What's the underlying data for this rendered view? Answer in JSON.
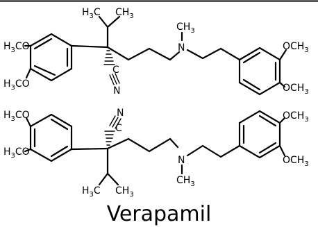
{
  "title": "Verapamil",
  "structure_1": {
    "top_methyl_left": {
      "main": "H",
      "sub": "3",
      "tail": "C"
    },
    "top_methyl_right": {
      "main": "CH",
      "sub": "3",
      "tail": ""
    },
    "n_methyl": {
      "main": "CH",
      "sub": "3",
      "tail": ""
    },
    "left_upper_methoxy": {
      "main": "H",
      "sub": "3",
      "tail": "CO"
    },
    "left_lower_methoxy": {
      "main": "H",
      "sub": "3",
      "tail": "CO"
    },
    "right_upper_methoxy": {
      "main": "OCH",
      "sub": "3",
      "tail": ""
    },
    "right_lower_methoxy": {
      "main": "OCH",
      "sub": "3",
      "tail": ""
    },
    "nitrogen": "N",
    "nitrile_c": "C",
    "nitrile_n": "N"
  },
  "structure_2": {
    "left_upper_methoxy": {
      "main": "H",
      "sub": "3",
      "tail": "CO"
    },
    "left_lower_methoxy": {
      "main": "H",
      "sub": "3",
      "tail": "CO"
    },
    "right_upper_methoxy": {
      "main": "OCH",
      "sub": "3",
      "tail": ""
    },
    "right_lower_methoxy": {
      "main": "OCH",
      "sub": "3",
      "tail": ""
    },
    "nitrile_n": "N",
    "nitrile_c": "C",
    "nitrogen": "N",
    "n_methyl": {
      "main": "CH",
      "sub": "3",
      "tail": ""
    },
    "bottom_methyl_left": {
      "main": "H",
      "sub": "3",
      "tail": "C"
    },
    "bottom_methyl_right": {
      "main": "CH",
      "sub": "3",
      "tail": ""
    }
  }
}
